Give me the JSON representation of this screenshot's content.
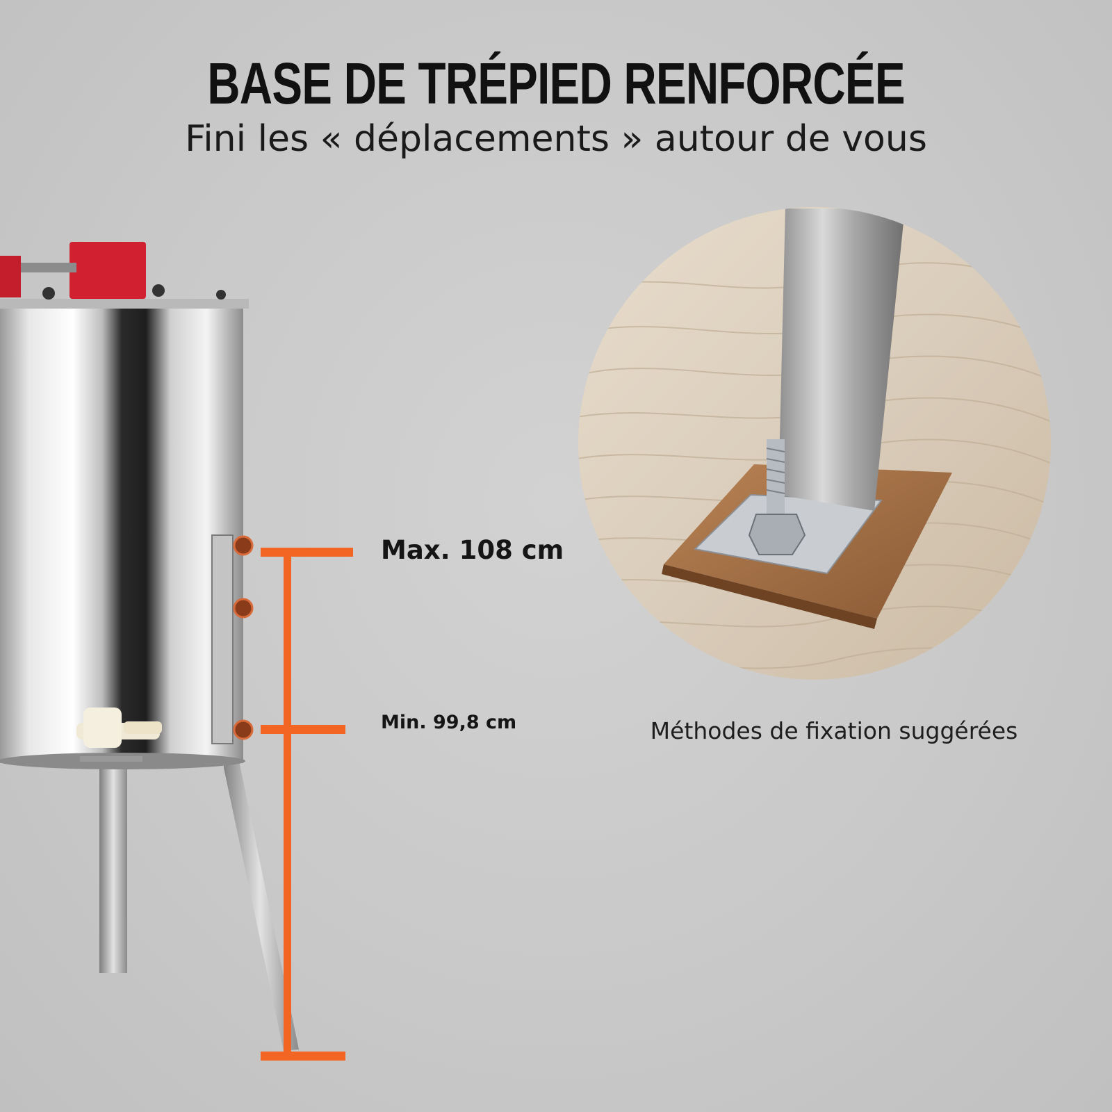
{
  "header": {
    "title": "BASE DE TRÉPIED RENFORCÉE",
    "subtitle": "Fini les « déplacements » autour de vous"
  },
  "height_range": {
    "max_label": "Max. 108 cm",
    "min_label": "Min. 99,8 cm"
  },
  "detail": {
    "caption": "Méthodes de fixation suggérées"
  },
  "colors": {
    "accent": "#f26522",
    "background": "#c8c8c8",
    "lid_red": "#d1202f"
  },
  "icons": {
    "product": "honey-extractor-illustration",
    "detail": "tripod-foot-bolt-closeup"
  }
}
